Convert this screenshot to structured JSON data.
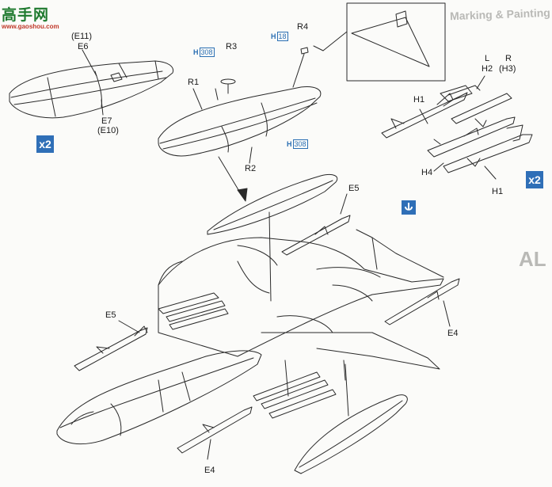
{
  "watermark": {
    "logo_text": "高手网",
    "logo_url": "www.gaoshou.com"
  },
  "background_text": {
    "marking_heading": "Marking & Painting",
    "marking_code": "AL"
  },
  "multipliers": {
    "left_drop_tank": "x2",
    "right_missiles": "x2"
  },
  "callout_refs": {
    "r3_h": "H",
    "r3_num": "308",
    "r4_h": "H",
    "r4_num": "18",
    "r2_h": "H",
    "r2_num": "308"
  },
  "labels": {
    "e11": "(E11)",
    "e6": "E6",
    "e7": "E7",
    "e10": "(E10)",
    "r1": "R1",
    "r2": "R2",
    "r3": "R3",
    "r4": "R4",
    "l": "L",
    "r": "R",
    "h2": "H2",
    "h3": "(H3)",
    "h1_top": "H1",
    "h4": "H4",
    "h1_bottom": "H1",
    "e5_top": "E5",
    "e5_left": "E5",
    "e4_right": "E4",
    "e4_bottom": "E4"
  },
  "icons": {
    "glue_symbol": "cement-glue-icon"
  },
  "colors": {
    "line": "#2a2a2a",
    "accent_blue": "#2f6fb7",
    "ref_blue": "#2b6fb3",
    "paper": "#fbfbf9"
  }
}
